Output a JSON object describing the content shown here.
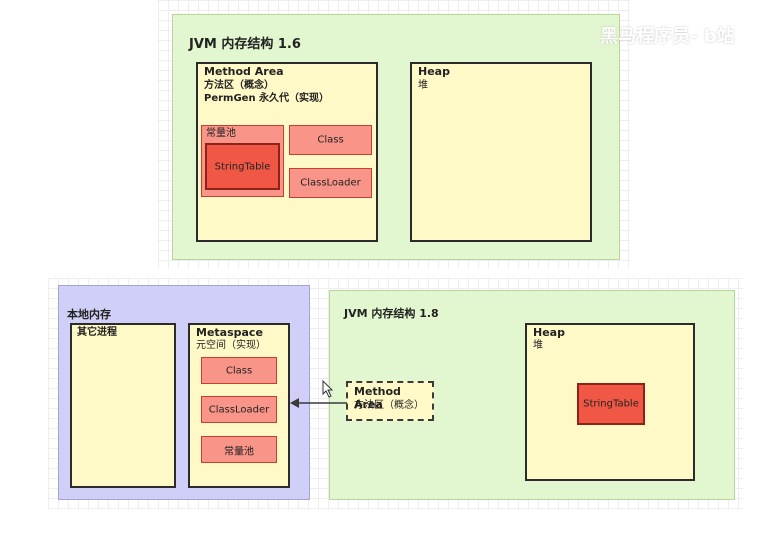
{
  "jvm16": {
    "title": "JVM 内存结构 1.6",
    "method_area": {
      "title": "Method Area",
      "line1": "方法区（概念）",
      "line2": "PermGen 永久代（实现）"
    },
    "constant_pool": "常量池",
    "string_table": "StringTable",
    "class": "Class",
    "classloader": "ClassLoader",
    "heap_title": "Heap",
    "heap_sub": "堆"
  },
  "native": {
    "title": "本地内存",
    "other_process": "其它进程",
    "metaspace": {
      "title": "Metaspace",
      "sub": "元空间（实现）",
      "class": "Class",
      "classloader": "ClassLoader",
      "constant_pool": "常量池"
    }
  },
  "jvm18": {
    "title": "JVM 内存结构 1.8",
    "method_area": {
      "title": "Method Area",
      "sub": "方法区（概念）"
    },
    "heap_title": "Heap",
    "heap_sub": "堆",
    "string_table": "StringTable"
  },
  "watermark": "黑马程序员- b站"
}
